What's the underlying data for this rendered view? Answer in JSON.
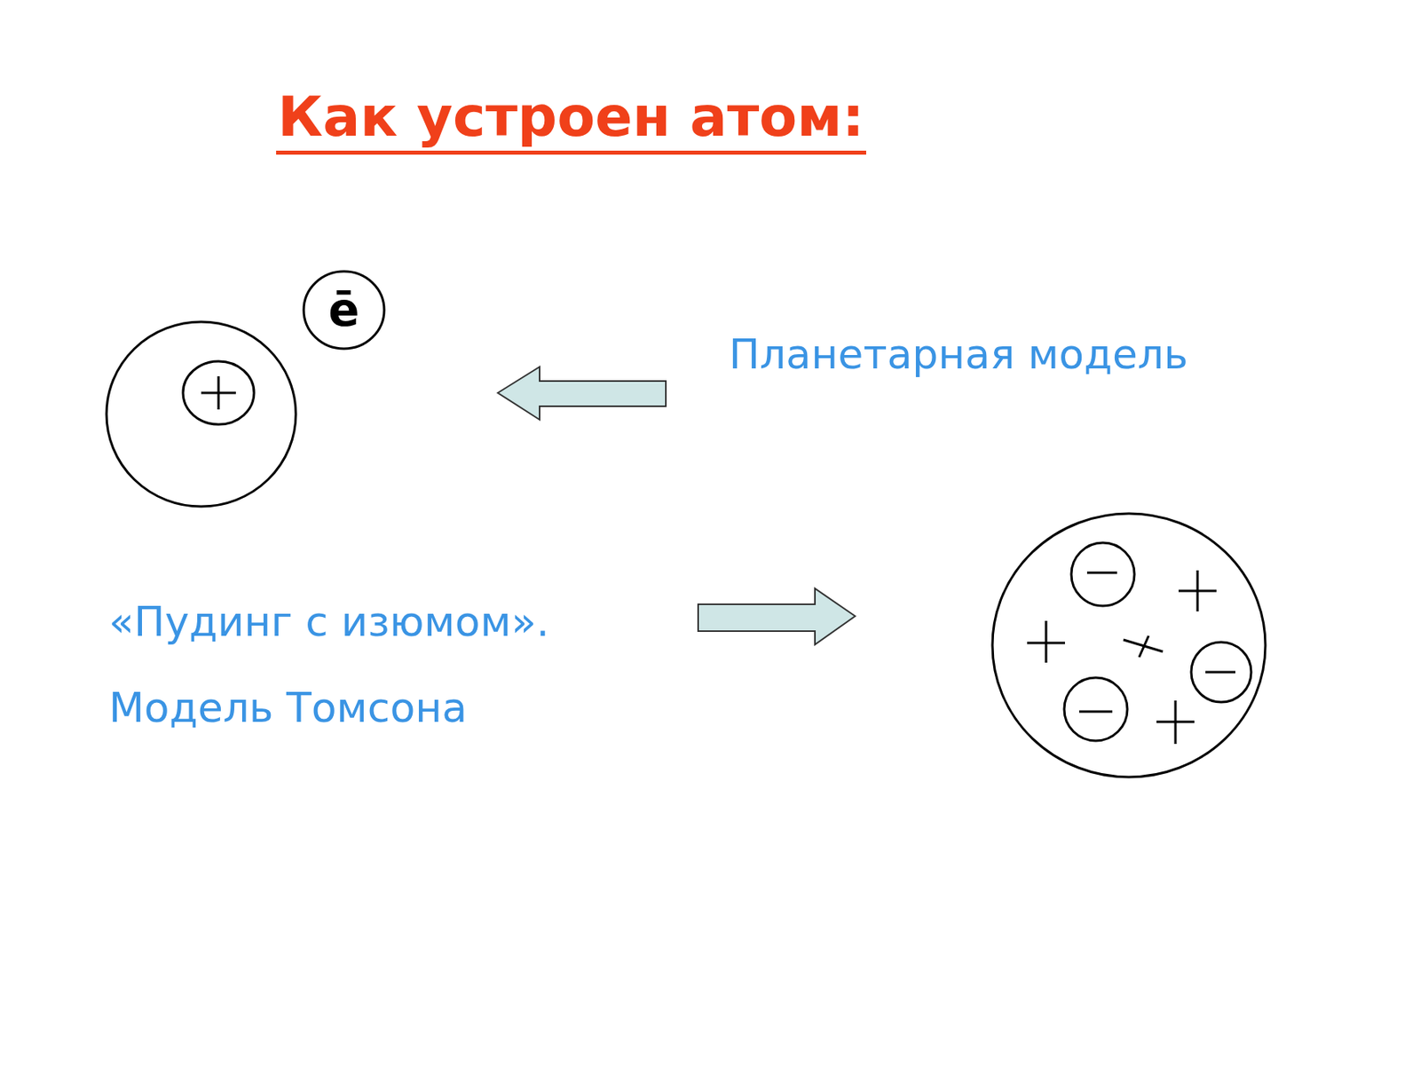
{
  "diagram": {
    "title": "Как устроен атом:",
    "nodes": [
      {
        "text": [
          "ē"
        ]
      }
    ],
    "labels": [
      "Планетарная модель",
      "«Пудинг с изюмом».",
      "Модель Томсона"
    ]
  }
}
